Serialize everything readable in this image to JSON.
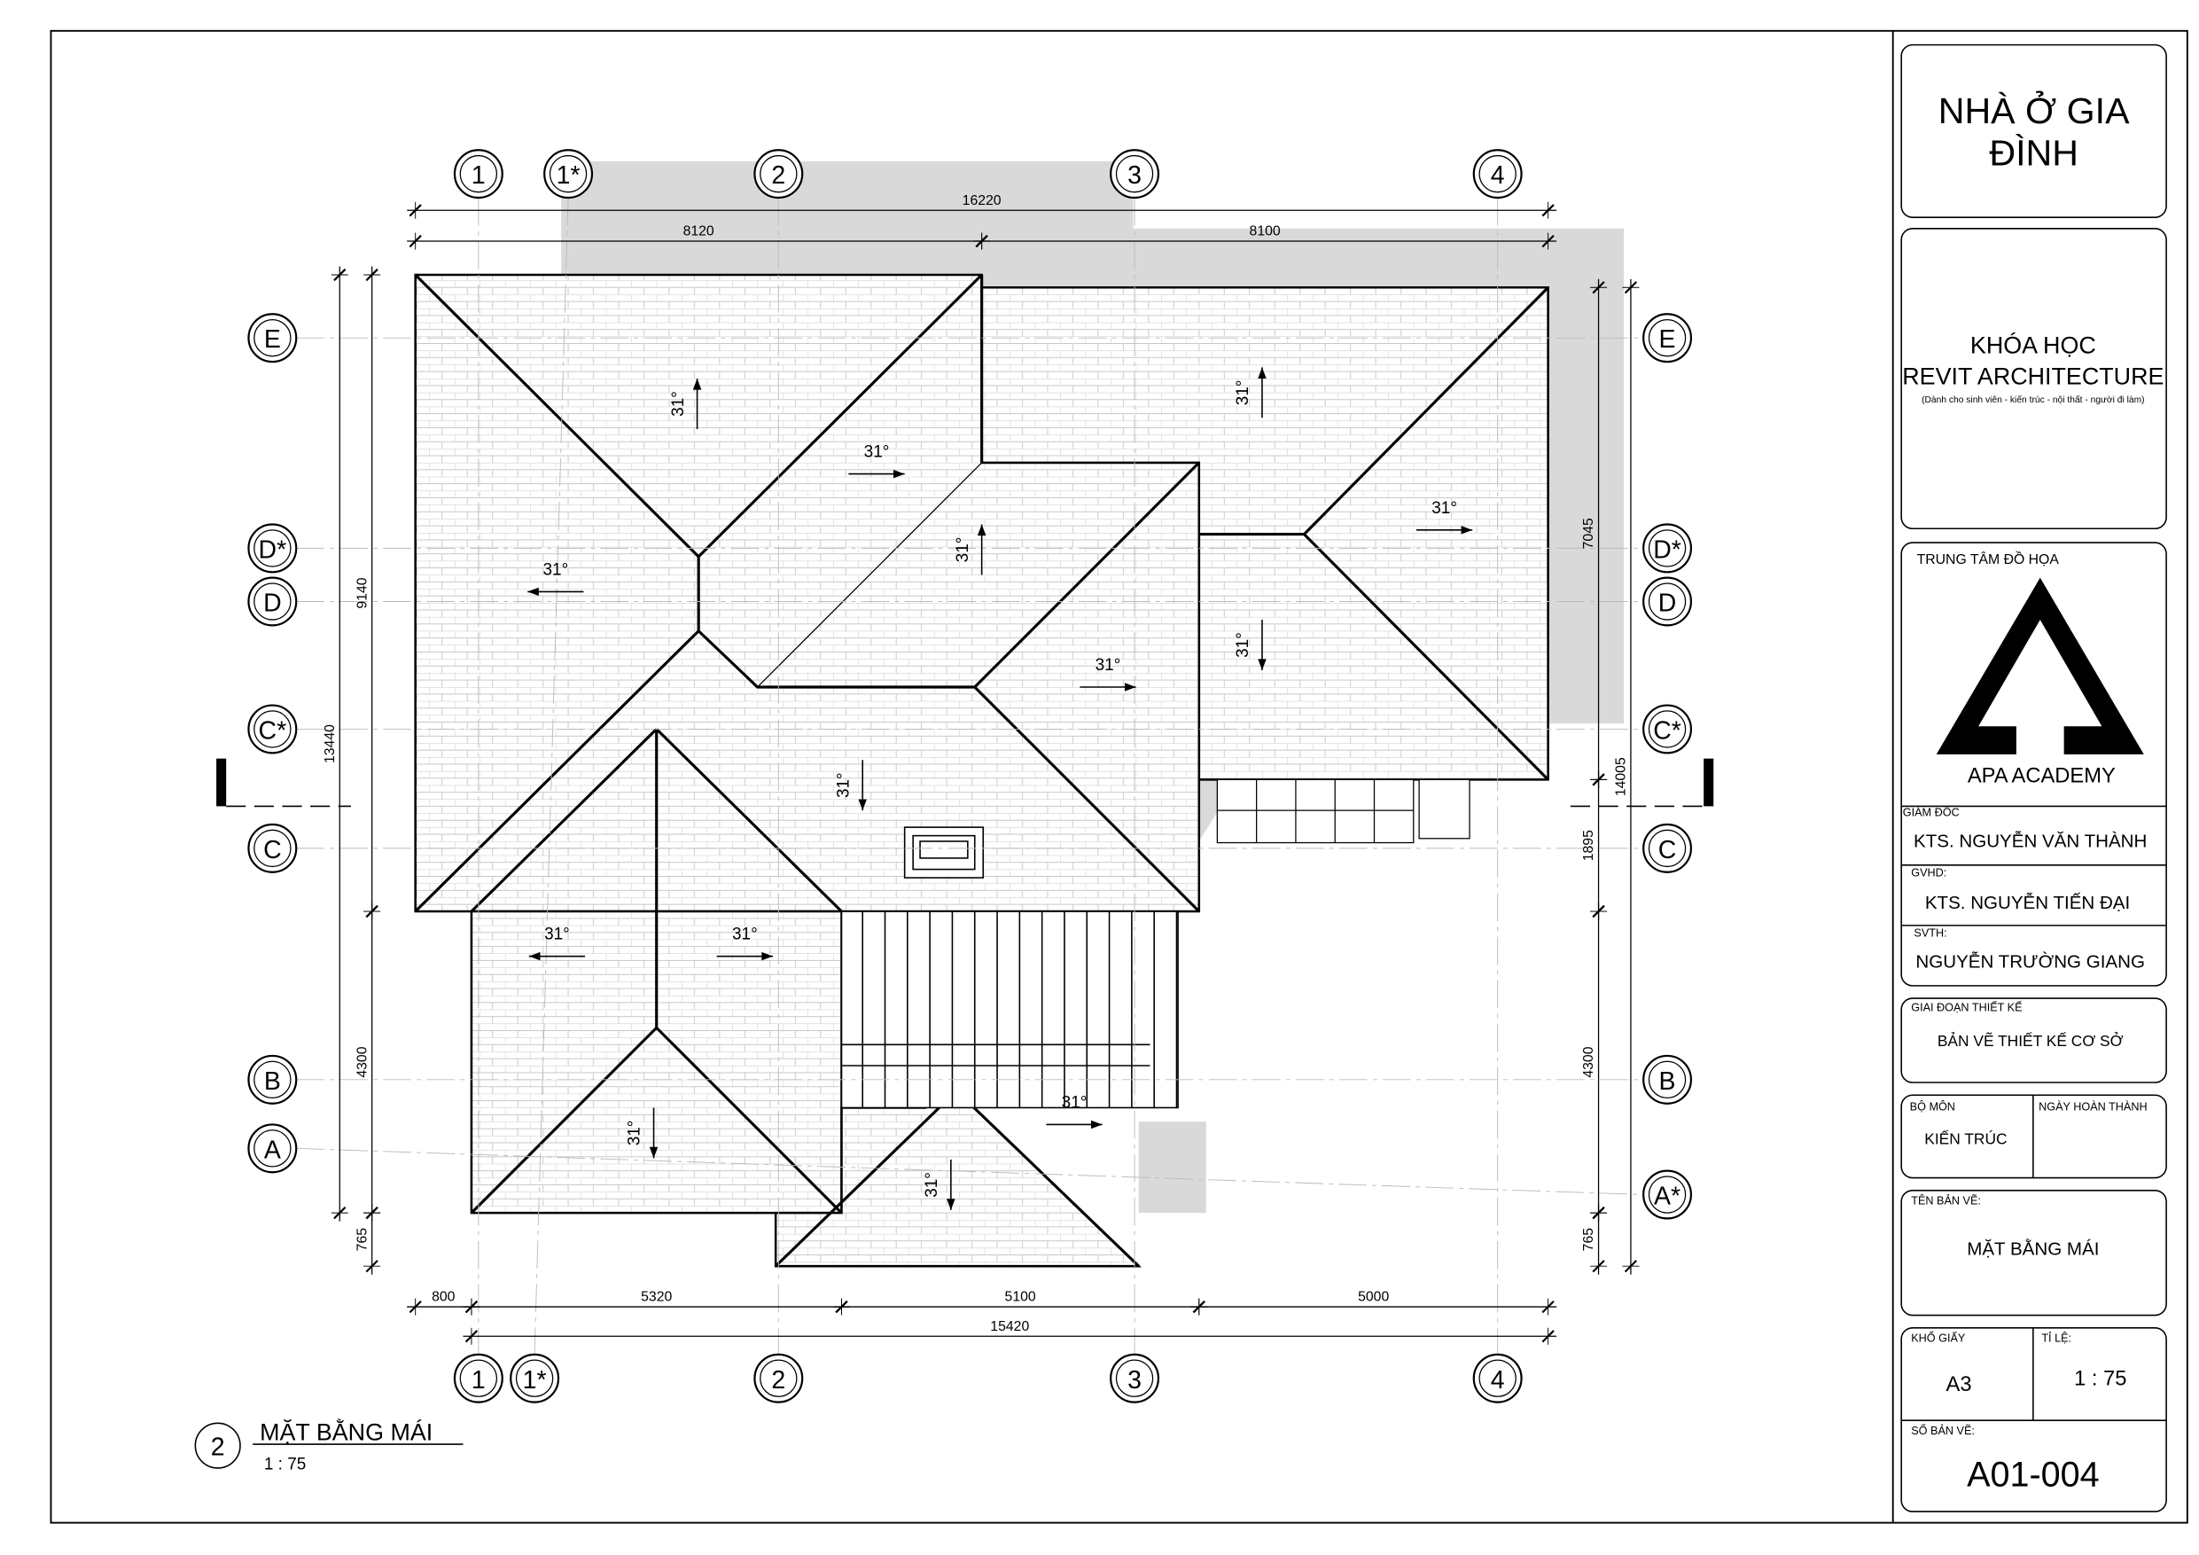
{
  "drawing": {
    "title_number": "2",
    "title": "MẶT BẰNG MÁI",
    "scale": "1 : 75",
    "grid_columns": [
      "1",
      "1*",
      "2",
      "3",
      "4"
    ],
    "grid_rows_left": [
      "E",
      "D*",
      "D",
      "C*",
      "C",
      "B",
      "A"
    ],
    "grid_rows_right": [
      "E",
      "D*",
      "D",
      "C*",
      "C",
      "B",
      "A*"
    ],
    "dims_top": [
      "16220",
      "8120",
      "8100"
    ],
    "dims_bottom": [
      "800",
      "5320",
      "5100",
      "5000",
      "15420"
    ],
    "dims_left": [
      "13440",
      "9140",
      "4300",
      "765"
    ],
    "dims_right": [
      "14005",
      "7045",
      "1895",
      "4300",
      "765"
    ],
    "slope_label": "31°"
  },
  "title_block": {
    "project": "NHÀ Ở GIA ĐÌNH",
    "course_line1": "KHÓA HỌC",
    "course_line2": "REVIT ARCHITECTURE",
    "course_note": "(Dành cho sinh viên - kiến trúc - nội thất - người đi làm)",
    "center_label": "TRUNG TÂM ĐỒ HỌA",
    "logo_text": "APA ACADEMY",
    "director_label": "GIÁM ĐỐC",
    "director": "KTS. NGUYỄN VĂN THÀNH",
    "instructor_label": "GVHD:",
    "instructor": "KTS. NGUYỄN TIẾN ĐẠI",
    "student_label": "SVTH:",
    "student": "NGUYỄN TRƯỜNG GIANG",
    "phase_label": "GIAI ĐOẠN THIẾT KẾ",
    "phase": "BẢN VẼ THIẾT KẾ CƠ SỞ",
    "dept_label": "BỘ MÔN",
    "dept": "KIẾN TRÚC",
    "date_label": "NGÀY HOÀN THÀNH",
    "sheet_name_label": "TÊN BẢN VẼ:",
    "sheet_name": "MẶT BẰNG MÁI",
    "paper_label": "KHỔ GIẤY",
    "paper": "A3",
    "scale_label": "TỈ LỆ:",
    "scale": "1 : 75",
    "sheet_no_label": "SỐ BẢN VẼ:",
    "sheet_no": "A01-004"
  }
}
